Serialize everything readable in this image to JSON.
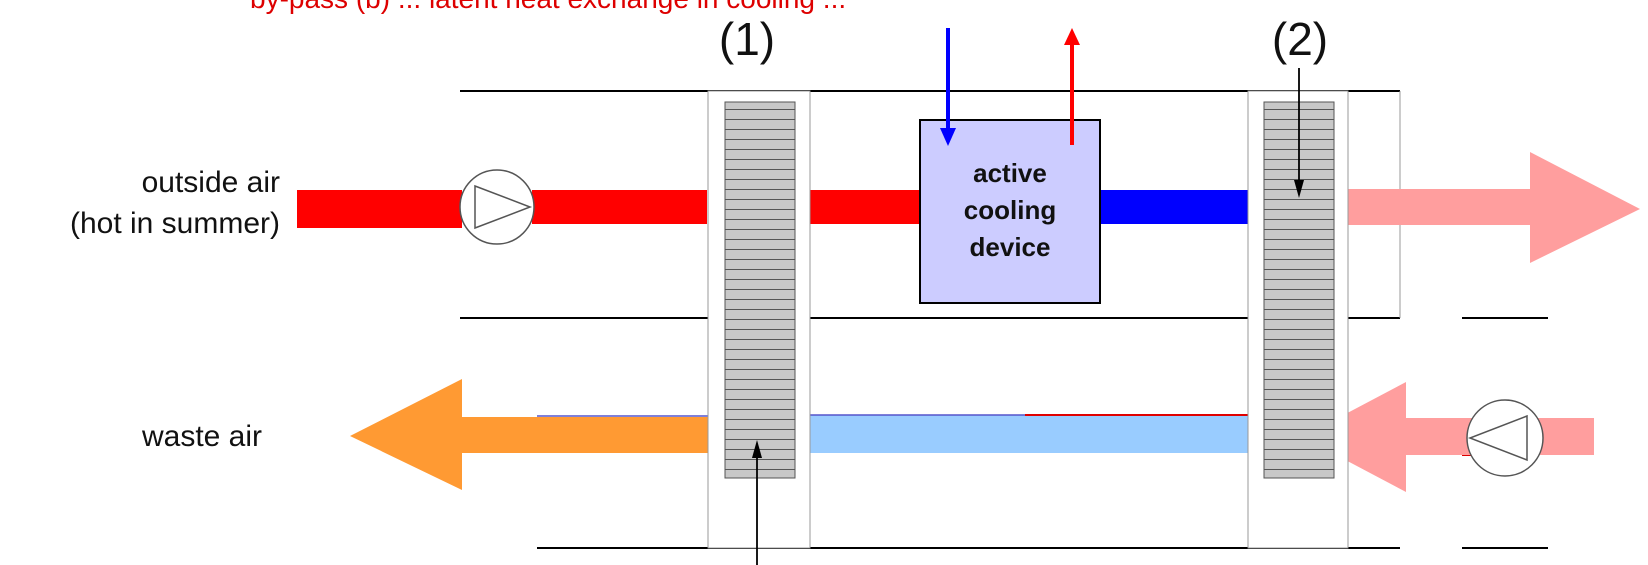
{
  "header": {
    "partial_text": "by-pass (b) ... latent heat exchange in cooling ..."
  },
  "labels": {
    "exchanger_1": "(1)",
    "exchanger_2": "(2)",
    "outside_air_line1": "outside air",
    "outside_air_line2": "(hot in summer)",
    "waste_air": "waste air",
    "device_line1": "active",
    "device_line2": "cooling",
    "device_line3": "device"
  },
  "colors": {
    "hot": "#ff0000",
    "cold": "#0000ff",
    "supply_out": "#ff9e9e",
    "waste_out": "#ff9a33",
    "return_cool": "#99ccff",
    "device_fill": "#ccccff",
    "exchanger_fill": "#c8c8c8"
  }
}
